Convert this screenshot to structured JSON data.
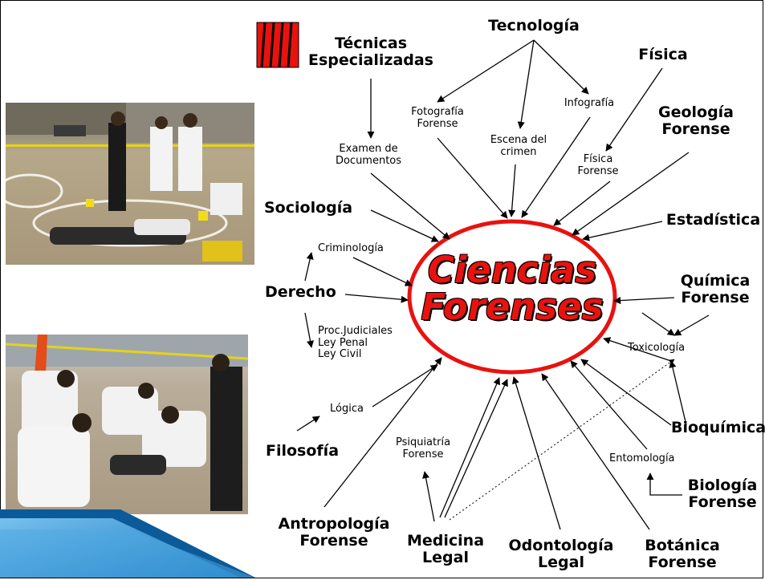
{
  "colors": {
    "accent_red": "#e8120f",
    "ellipse_stroke": "#e8120f",
    "chevron_blue": "#1e8fd6"
  },
  "center": {
    "line1": "Ciencias",
    "line2": "Forenses"
  },
  "nodes": {
    "tecnicas": [
      "Técnicas",
      "Especializadas"
    ],
    "tecnologia": "Tecnología",
    "fisica": "Física",
    "geologia": [
      "Geología",
      "Forense"
    ],
    "estadistica": "Estadística",
    "quimica": [
      "Química",
      "Forense"
    ],
    "bioquimica": "Bioquímica",
    "biologia": [
      "Biología",
      "Forense"
    ],
    "botanica": [
      "Botánica",
      "Forense"
    ],
    "odontologia": [
      "Odontología",
      "Legal"
    ],
    "medicina": [
      "Medicina",
      "Legal"
    ],
    "antropologia": [
      "Antropología",
      "Forense"
    ],
    "filosofia": "Filosofía",
    "derecho": "Derecho",
    "sociologia": "Sociología"
  },
  "subnodes": {
    "fotografia": [
      "Fotografía",
      "Forense"
    ],
    "infografia": "Infografía",
    "escena": [
      "Escena del",
      "crimen"
    ],
    "examen": [
      "Examen de",
      "Documentos"
    ],
    "fisica_forense": [
      "Física",
      "Forense"
    ],
    "criminologia": "Criminología",
    "proc": [
      "Proc.Judiciales",
      "Ley Penal",
      "Ley Civil"
    ],
    "logica": "Lógica",
    "toxicologia": "Toxicología",
    "entomologia": "Entomología",
    "psiquiatria": [
      "Psiquiatría",
      "Forense"
    ]
  },
  "photos": {
    "top": "crime-scene-photo",
    "bottom": "forensic-team-photo"
  }
}
